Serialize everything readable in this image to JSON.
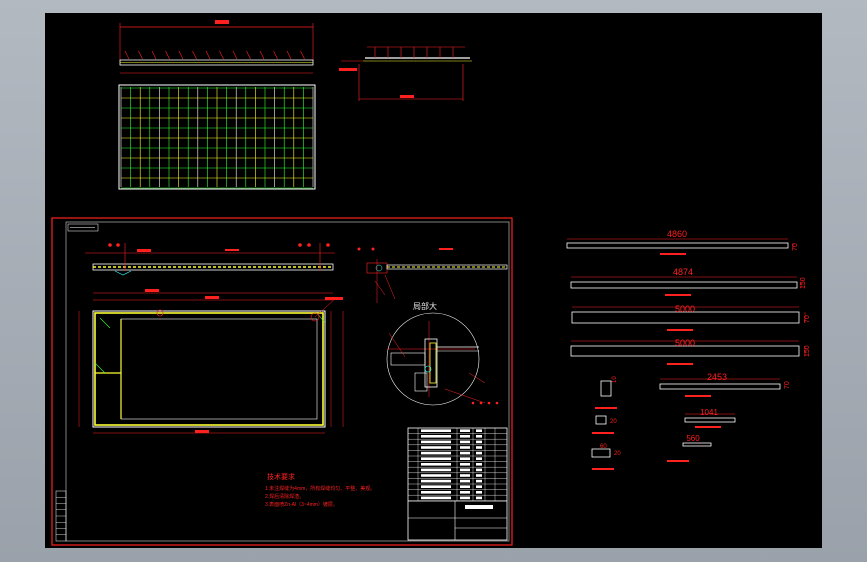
{
  "drawing": {
    "detail_title": "局部大",
    "tech_notes_title": "技术要求",
    "tech_notes": [
      "1.未注焊缝为4mm，所有焊缝均匀、平整、美观。",
      "2.焊后清除焊渣。",
      "3.表面喷Zn-Al（3~4mm）镀层。"
    ]
  },
  "dimensions": {
    "bar1": "4860",
    "bar2": "4874",
    "bar3": "5000",
    "bar4": "5000",
    "bar5": "2453",
    "bar6": "1041",
    "bar7": "560",
    "side_a": "70",
    "side_b": "150",
    "side_c": "70",
    "side_d": "150",
    "side_e": "70",
    "small_a": "10",
    "small_b": "20",
    "small_c": "60",
    "small_d": "20"
  },
  "colors": {
    "background": "#000000",
    "red": "#ff2020",
    "yellow": "#ffff33",
    "green": "#33ff33",
    "white": "#ffffff",
    "cyan": "#33ffff"
  }
}
